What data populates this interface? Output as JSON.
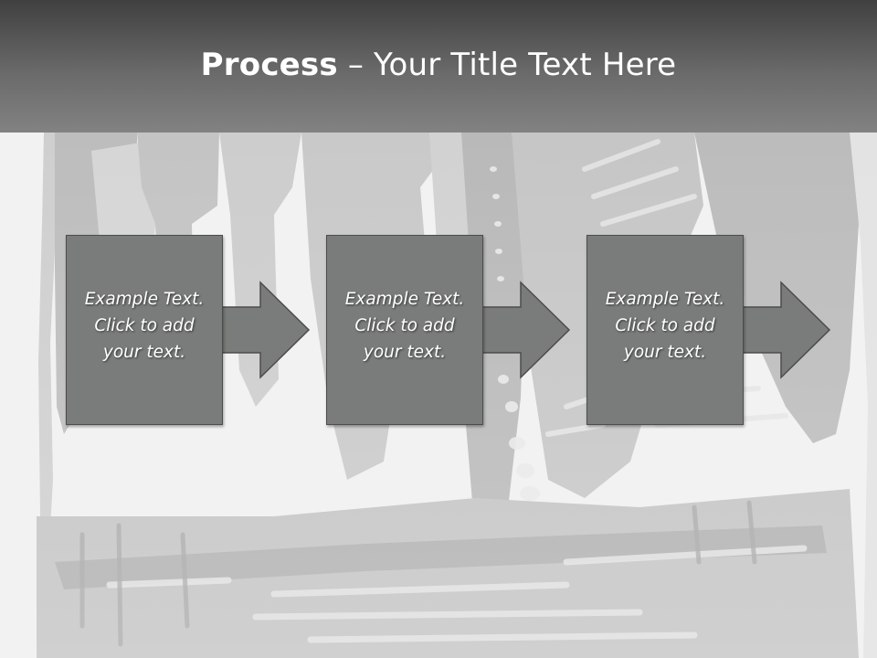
{
  "title": {
    "bold": "Process",
    "separator": " – ",
    "rest": "Your Title Text Here"
  },
  "steps": [
    {
      "text": "Example Text.\nClick  to add\nyour text."
    },
    {
      "text": "Example Text.\nClick  to add\nyour text."
    },
    {
      "text": "Example Text.\nClick  to add\nyour text."
    }
  ],
  "colors": {
    "box_fill": "#7a7c7b",
    "box_border": "#4c4c4c",
    "arrow_fill": "#7a7c7b",
    "title_text": "#ffffff"
  }
}
